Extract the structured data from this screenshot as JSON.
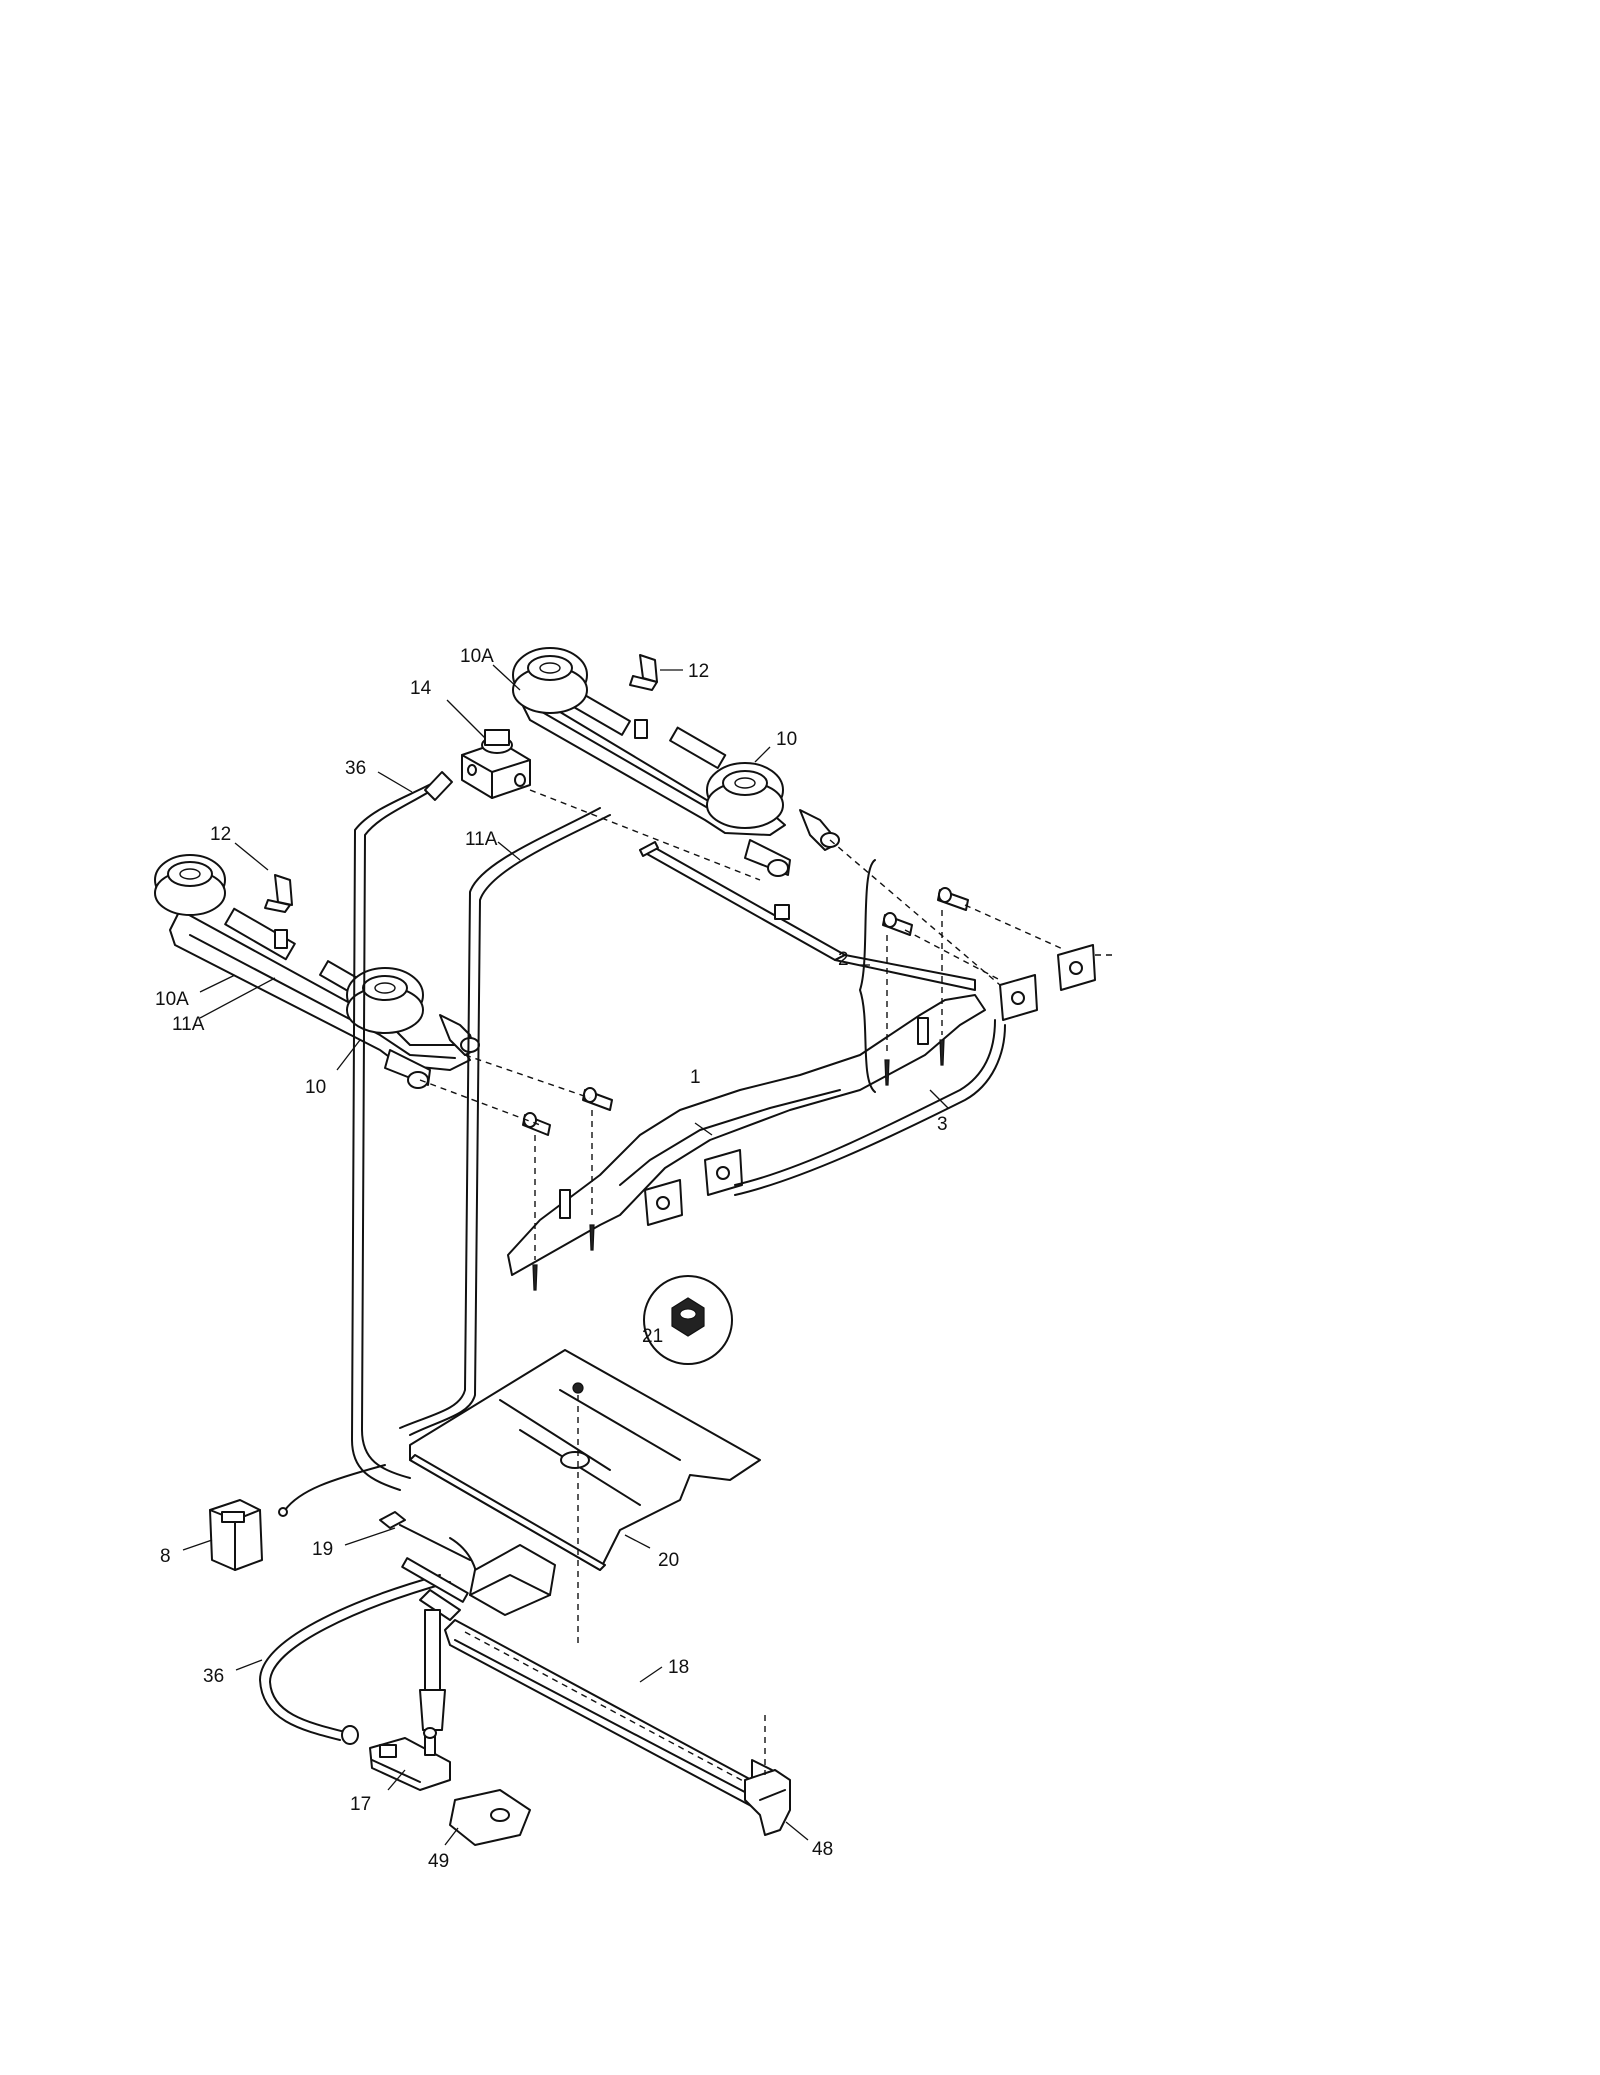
{
  "callouts": {
    "c1": "1",
    "c2": "2",
    "c3": "3",
    "c8": "8",
    "c10_left": "10",
    "c10_right": "10",
    "c10a_left": "10A",
    "c10a_right": "10A",
    "c11a_left": "11A",
    "c11a_center": "11A",
    "c12_left": "12",
    "c12_right": "12",
    "c14": "14",
    "c17": "17",
    "c18": "18",
    "c19": "19",
    "c20": "20",
    "c21": "21",
    "c36_top": "36",
    "c36_bottom": "36",
    "c48": "48",
    "c49": "49"
  }
}
